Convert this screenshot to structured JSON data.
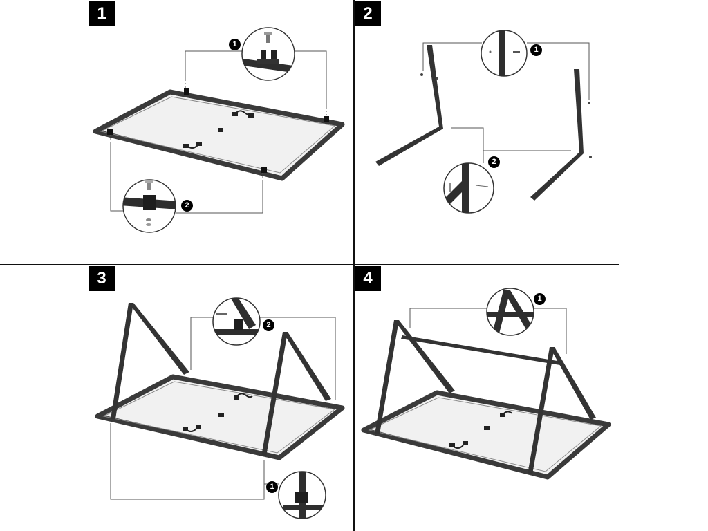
{
  "steps": [
    {
      "number": "1",
      "callouts": [
        "1",
        "2"
      ]
    },
    {
      "number": "2",
      "callouts": [
        "1",
        "2"
      ]
    },
    {
      "number": "3",
      "callouts": [
        "2",
        "1"
      ]
    },
    {
      "number": "4",
      "callouts": [
        "1"
      ]
    }
  ],
  "colors": {
    "frame": "#333333",
    "panel": "#f1f1f1",
    "leader": "#555555",
    "badge": "#000000"
  }
}
